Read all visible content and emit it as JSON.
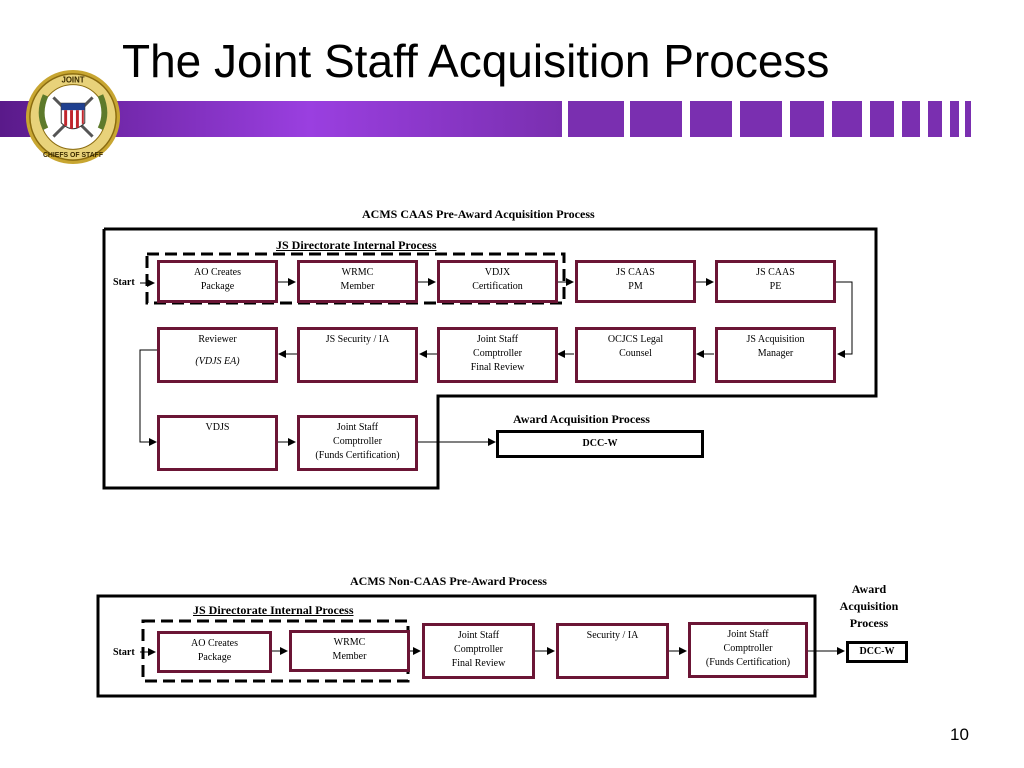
{
  "slide": {
    "title": "The Joint Staff Acquisition Process",
    "page_number": "10",
    "seal_text": [
      "JOINT",
      "CHIEFS OF STAFF"
    ],
    "colors": {
      "band": "#7a2fb0",
      "band_light": "#a64ee6",
      "box_border": "#6b1535"
    }
  },
  "caas": {
    "title": "ACMS CAAS Pre-Award Acquisition Process",
    "internal_label": "JS Directorate Internal Process",
    "start_label": "Start",
    "row1": [
      [
        "AO Creates",
        "Package"
      ],
      [
        "WRMC",
        "Member"
      ],
      [
        "VDJX",
        "Certification"
      ],
      [
        "JS CAAS",
        "PM"
      ],
      [
        "JS CAAS",
        "PE"
      ]
    ],
    "row2": [
      [
        "JS Acquisition",
        "Manager"
      ],
      [
        "OCJCS Legal",
        "Counsel"
      ],
      [
        "Joint Staff",
        "Comptroller",
        "Final Review"
      ],
      [
        "JS Security / IA"
      ],
      [
        "Reviewer"
      ]
    ],
    "row2_reviewer_note": "(VDJS EA)",
    "row3": [
      [
        "VDJS"
      ],
      [
        "Joint Staff",
        "Comptroller",
        "(Funds Certification)"
      ]
    ],
    "award_label": "Award Acquisition Process",
    "award_box": "DCC-W"
  },
  "noncaas": {
    "title": "ACMS Non-CAAS Pre-Award Process",
    "internal_label": "JS Directorate Internal Process",
    "start_label": "Start",
    "boxes": [
      [
        "AO Creates",
        "Package"
      ],
      [
        "WRMC",
        "Member"
      ],
      [
        "Joint Staff",
        "Comptroller",
        "Final Review"
      ],
      [
        "Security / IA"
      ],
      [
        "Joint Staff",
        "Comptroller",
        "(Funds Certification)"
      ]
    ],
    "award_label": [
      "Award",
      "Acquisition",
      "Process"
    ],
    "award_box": "DCC-W"
  }
}
